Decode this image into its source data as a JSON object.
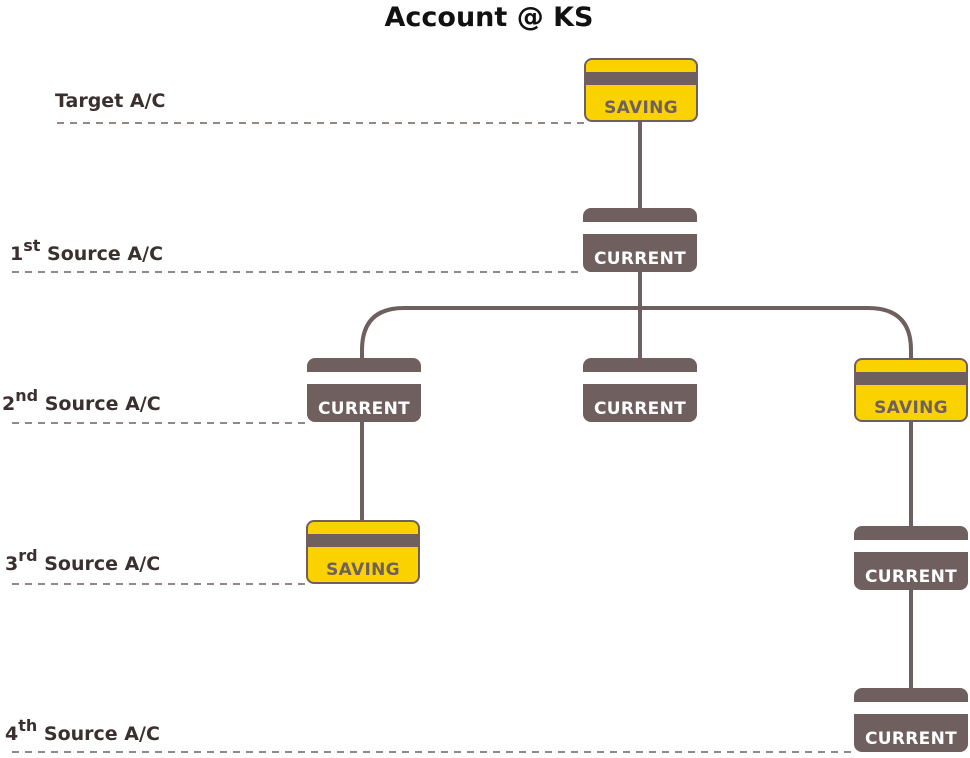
{
  "title": "Account @ KS",
  "colors": {
    "current": "#6f605f",
    "saving": "#fad200",
    "line": "#6f605f"
  },
  "levels": [
    {
      "ordinal": "",
      "suffix": "",
      "text": "Target A/C"
    },
    {
      "ordinal": "1",
      "suffix": "st",
      "text": "Source A/C"
    },
    {
      "ordinal": "2",
      "suffix": "nd",
      "text": "Source A/C"
    },
    {
      "ordinal": "3",
      "suffix": "rd",
      "text": "Source A/C"
    },
    {
      "ordinal": "4",
      "suffix": "th",
      "text": "Source A/C"
    }
  ],
  "nodes": [
    {
      "id": "target",
      "type": "SAVING",
      "level": 0
    },
    {
      "id": "s1",
      "type": "CURRENT",
      "level": 1,
      "parent": "target"
    },
    {
      "id": "s2a",
      "type": "CURRENT",
      "level": 2,
      "parent": "s1"
    },
    {
      "id": "s2b",
      "type": "CURRENT",
      "level": 2,
      "parent": "s1"
    },
    {
      "id": "s2c",
      "type": "SAVING",
      "level": 2,
      "parent": "s1"
    },
    {
      "id": "s3a",
      "type": "SAVING",
      "level": 3,
      "parent": "s2a"
    },
    {
      "id": "s3c",
      "type": "CURRENT",
      "level": 3,
      "parent": "s2c"
    },
    {
      "id": "s4c",
      "type": "CURRENT",
      "level": 4,
      "parent": "s3c"
    }
  ]
}
